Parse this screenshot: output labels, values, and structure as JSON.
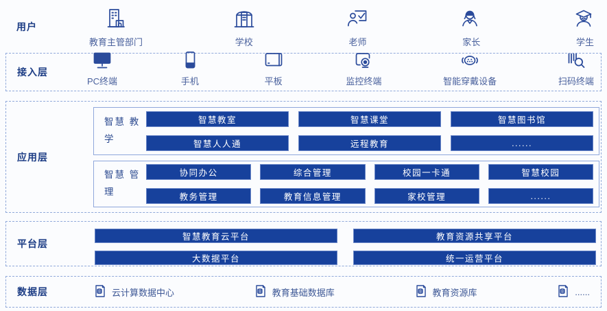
{
  "colors": {
    "chip_fill": "#17419c",
    "chip_border": "#6b87c8",
    "dashed_border": "#8fa8da",
    "layer_label_text": "#1d3d85",
    "item_label_text": "#4a619d",
    "icon_blue": "#2b4b9b",
    "background": "#fbfcfe"
  },
  "users": {
    "label": "用户",
    "items": [
      {
        "label": "教育主管部门",
        "icon": "government-building-icon"
      },
      {
        "label": "学校",
        "icon": "school-building-icon"
      },
      {
        "label": "老师",
        "icon": "teacher-icon"
      },
      {
        "label": "家长",
        "icon": "parent-icon"
      },
      {
        "label": "学生",
        "icon": "student-icon"
      }
    ]
  },
  "access_layer": {
    "label": "接入层",
    "items": [
      {
        "label": "PC终端",
        "icon": "monitor-icon"
      },
      {
        "label": "手机",
        "icon": "phone-icon"
      },
      {
        "label": "平板",
        "icon": "tablet-icon"
      },
      {
        "label": "监控终端",
        "icon": "camera-icon"
      },
      {
        "label": "智能穿戴设备",
        "icon": "wearable-icon"
      },
      {
        "label": "扫码终端",
        "icon": "barcode-scan-icon"
      }
    ]
  },
  "application_layer": {
    "label": "应用层",
    "groups": [
      {
        "label_line1": "智慧",
        "label_line2": "教学",
        "rows": [
          [
            "智慧教室",
            "智慧课堂",
            "智慧图书馆"
          ],
          [
            "智慧人人通",
            "远程教育",
            "......"
          ]
        ]
      },
      {
        "label_line1": "智慧",
        "label_line2": "管理",
        "rows": [
          [
            "协同办公",
            "综合管理",
            "校园一卡通",
            "智慧校园"
          ],
          [
            "教务管理",
            "教育信息管理",
            "家校管理",
            "......"
          ]
        ]
      }
    ]
  },
  "platform_layer": {
    "label": "平台层",
    "rows": [
      [
        "智慧教育云平台",
        "教育资源共享平台"
      ],
      [
        "大数据平台",
        "统一运营平台"
      ]
    ]
  },
  "data_layer": {
    "label": "数据层",
    "items": [
      {
        "label": "云计算数据中心",
        "icon": "database-doc-icon"
      },
      {
        "label": "教育基础数据库",
        "icon": "database-doc-icon"
      },
      {
        "label": "教育资源库",
        "icon": "database-doc-icon"
      },
      {
        "label": "......",
        "icon": "database-doc-icon"
      }
    ]
  }
}
